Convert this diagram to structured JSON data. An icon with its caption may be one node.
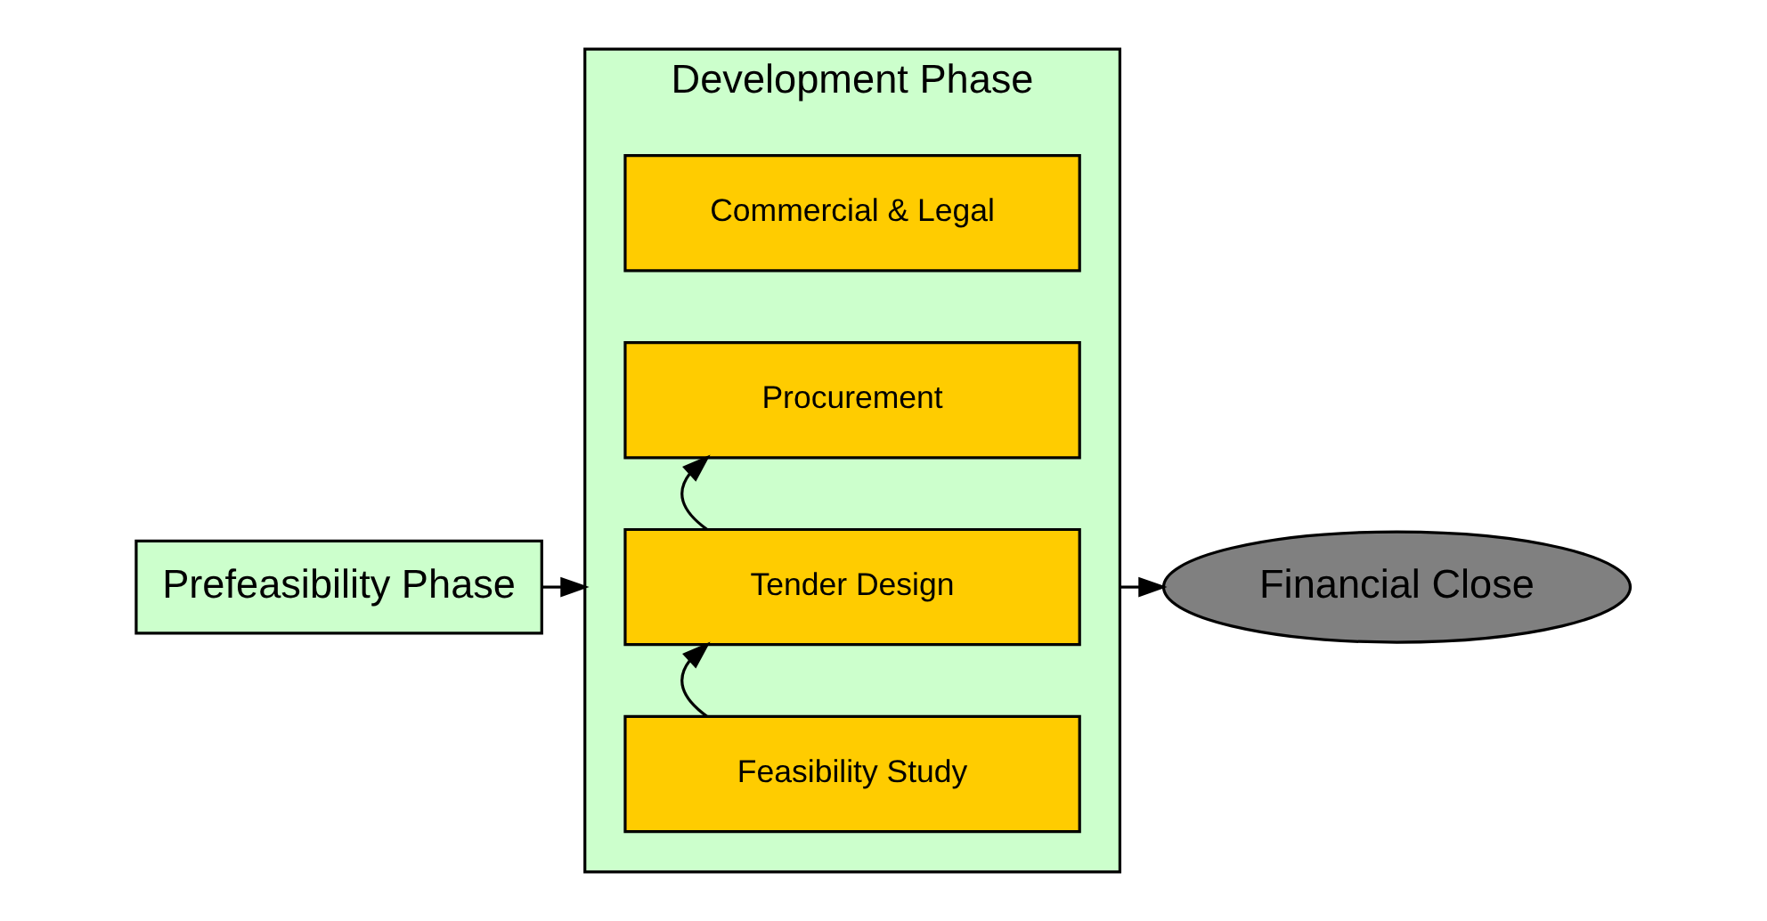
{
  "diagram": {
    "nodes": [
      {
        "text": [
          "Prefeasibility Phase"
        ]
      },
      {
        "text": [
          "Development Phase"
        ]
      },
      {
        "text": [
          "Feasibility Study"
        ],
        "in": 1
      },
      {
        "text": [
          "Tender Design"
        ],
        "in": 1
      },
      {
        "text": [
          "Procurement"
        ],
        "in": 1
      },
      {
        "text": [
          "Commercial & Legal"
        ],
        "in": 1
      },
      {
        "text": [
          "Financial Close"
        ]
      }
    ],
    "edges": [
      {
        "from": 0,
        "to": 1,
        "arrow": "to"
      },
      {
        "from": 2,
        "to": 3,
        "arrow": "to"
      },
      {
        "from": 3,
        "to": 4,
        "arrow": "to"
      },
      {
        "from": 1,
        "to": 6,
        "arrow": "to"
      }
    ]
  }
}
